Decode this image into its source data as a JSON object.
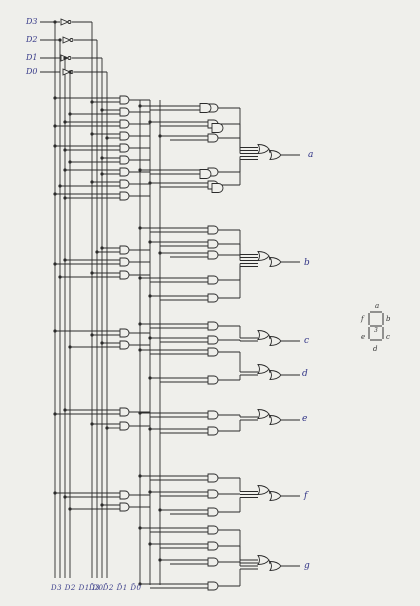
{
  "inputs": [
    "D3",
    "D2",
    "D1",
    "D0"
  ],
  "outputs": [
    "a",
    "b",
    "c",
    "d",
    "e",
    "f",
    "g"
  ],
  "bottom_labels": {
    "true_bus": "D3 D2 D1 D0",
    "inv_bus": "D̄3 D̄2 D̄1 D̄0"
  },
  "seven_segment": {
    "segments": [
      "a",
      "b",
      "c",
      "d",
      "e",
      "f",
      "g"
    ],
    "digit": "3"
  },
  "colors": {
    "ink": "#2b2b2b",
    "label": "#3a3d8a",
    "paper": "#efefeb"
  }
}
